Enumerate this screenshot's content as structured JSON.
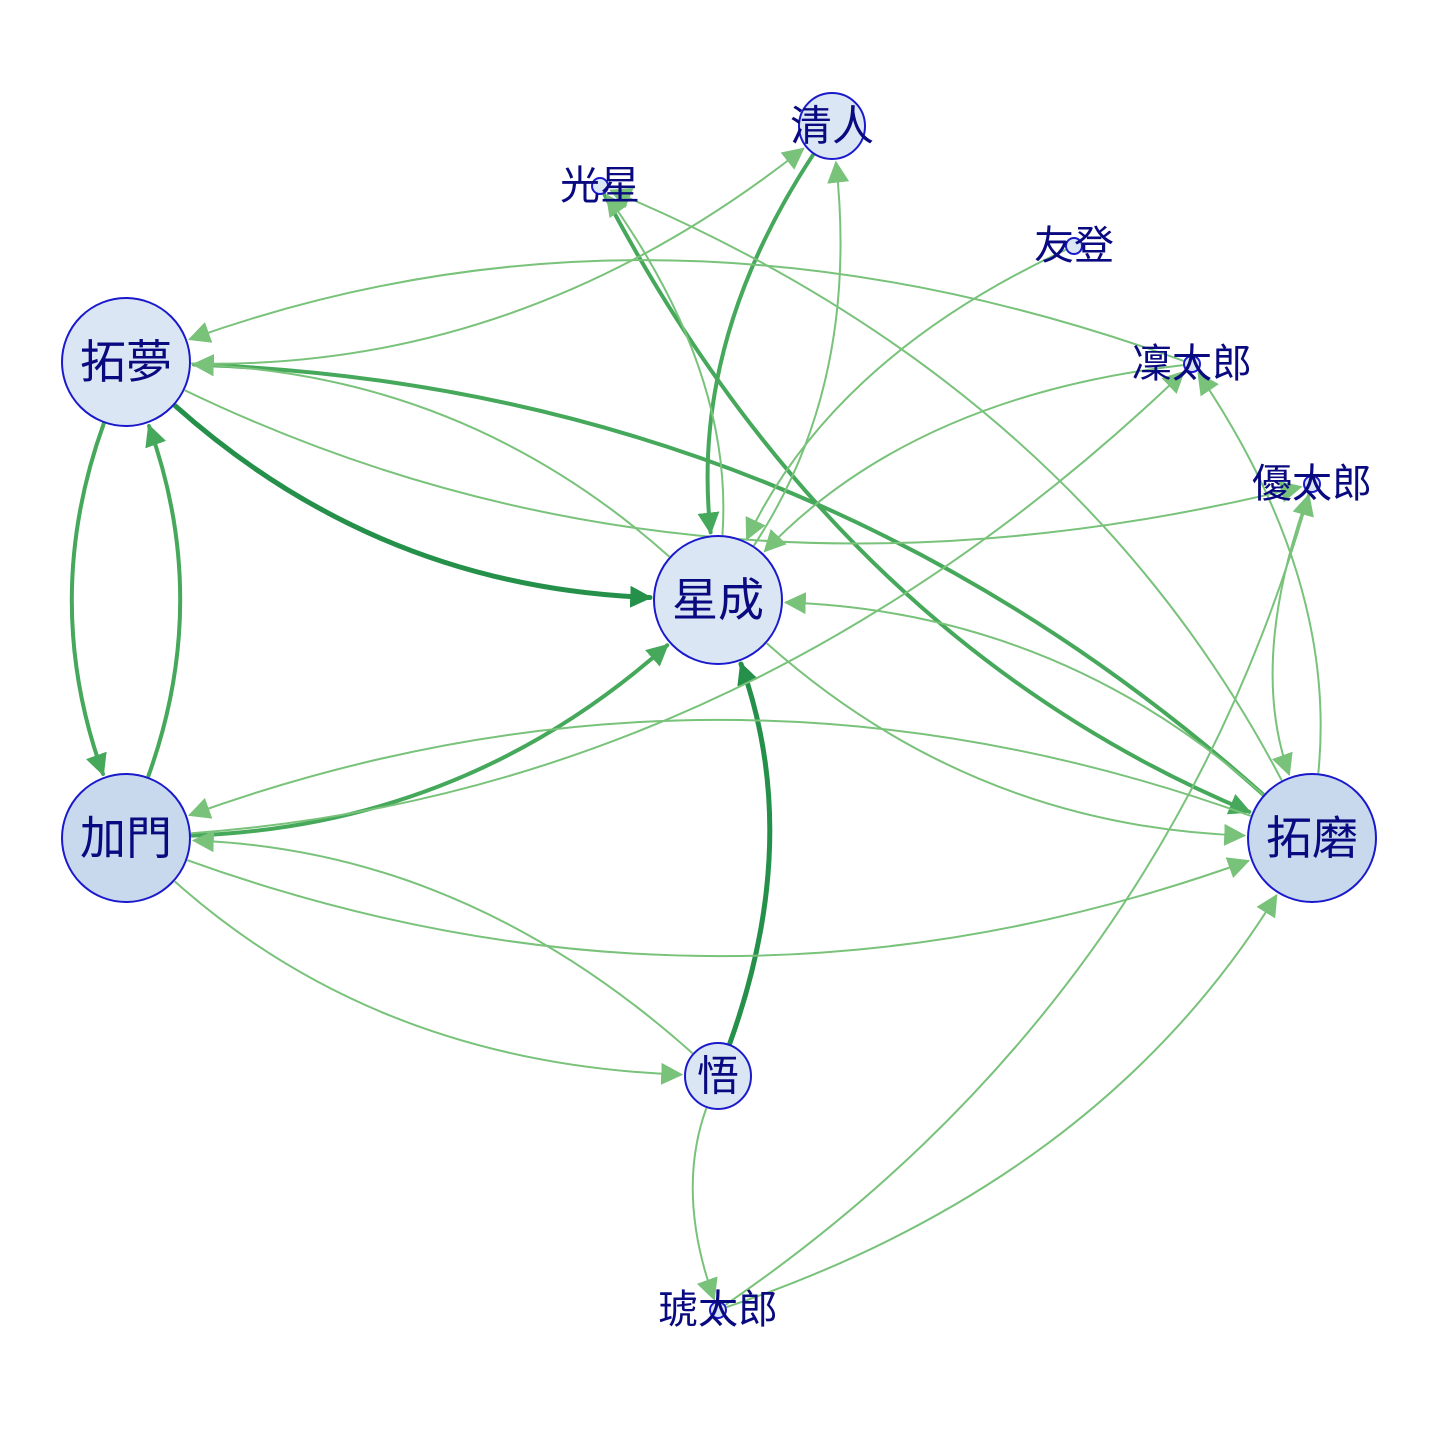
{
  "graph": {
    "node_fill": "#dbe6f4",
    "node_fill_dark": "#c8d9ee",
    "node_stroke": "#1a1acc",
    "label_color": "#0a0a80",
    "edge_color_light": "#78c27a",
    "edge_color_mid": "#45a85a",
    "edge_color_dark": "#25904a",
    "nodes": [
      {
        "id": "seisei",
        "label": "星成",
        "size": "large"
      },
      {
        "id": "kiyoto",
        "label": "清人",
        "size": "small"
      },
      {
        "id": "kousei",
        "label": "光星",
        "size": "tiny"
      },
      {
        "id": "yuto",
        "label": "友登",
        "size": "tiny"
      },
      {
        "id": "takumu",
        "label": "拓夢",
        "size": "large"
      },
      {
        "id": "rintaro",
        "label": "凜太郎",
        "size": "tiny"
      },
      {
        "id": "yutaro",
        "label": "優太郎",
        "size": "tiny"
      },
      {
        "id": "kamon",
        "label": "加門",
        "size": "large"
      },
      {
        "id": "takuma",
        "label": "拓磨",
        "size": "large"
      },
      {
        "id": "satoru",
        "label": "悟",
        "size": "small"
      },
      {
        "id": "kotaro",
        "label": "琥太郎",
        "size": "tiny"
      }
    ],
    "edges": [
      {
        "from": "takumu",
        "to": "seisei",
        "weight": 4
      },
      {
        "from": "satoru",
        "to": "seisei",
        "weight": 4
      },
      {
        "from": "kousei",
        "to": "takuma",
        "weight": 3
      },
      {
        "from": "takuma",
        "to": "takumu",
        "weight": 3
      },
      {
        "from": "kiyoto",
        "to": "seisei",
        "weight": 3
      },
      {
        "from": "kamon",
        "to": "seisei",
        "weight": 3
      },
      {
        "from": "takumu",
        "to": "kamon",
        "weight": 3
      },
      {
        "from": "kamon",
        "to": "takumu",
        "weight": 3
      },
      {
        "from": "takumu",
        "to": "kiyoto",
        "weight": 1
      },
      {
        "from": "seisei",
        "to": "kiyoto",
        "weight": 1
      },
      {
        "from": "seisei",
        "to": "kousei",
        "weight": 1
      },
      {
        "from": "takuma",
        "to": "kousei",
        "weight": 1
      },
      {
        "from": "yuto",
        "to": "seisei",
        "weight": 1
      },
      {
        "from": "rintaro",
        "to": "seisei",
        "weight": 1
      },
      {
        "from": "rintaro",
        "to": "takumu",
        "weight": 1
      },
      {
        "from": "takuma",
        "to": "rintaro",
        "weight": 1
      },
      {
        "from": "yutaro",
        "to": "takuma",
        "weight": 1
      },
      {
        "from": "takumu",
        "to": "yutaro",
        "weight": 1
      },
      {
        "from": "seisei",
        "to": "takumu",
        "weight": 1
      },
      {
        "from": "kamon",
        "to": "rintaro",
        "weight": 1
      },
      {
        "from": "seisei",
        "to": "takuma",
        "weight": 1
      },
      {
        "from": "takuma",
        "to": "seisei",
        "weight": 1
      },
      {
        "from": "kamon",
        "to": "takuma",
        "weight": 1
      },
      {
        "from": "takuma",
        "to": "kamon",
        "weight": 1
      },
      {
        "from": "satoru",
        "to": "kamon",
        "weight": 1
      },
      {
        "from": "kamon",
        "to": "satoru",
        "weight": 1
      },
      {
        "from": "satoru",
        "to": "kotaro",
        "weight": 1
      },
      {
        "from": "kotaro",
        "to": "yutaro",
        "weight": 1
      },
      {
        "from": "kotaro",
        "to": "takuma",
        "weight": 1
      }
    ]
  }
}
